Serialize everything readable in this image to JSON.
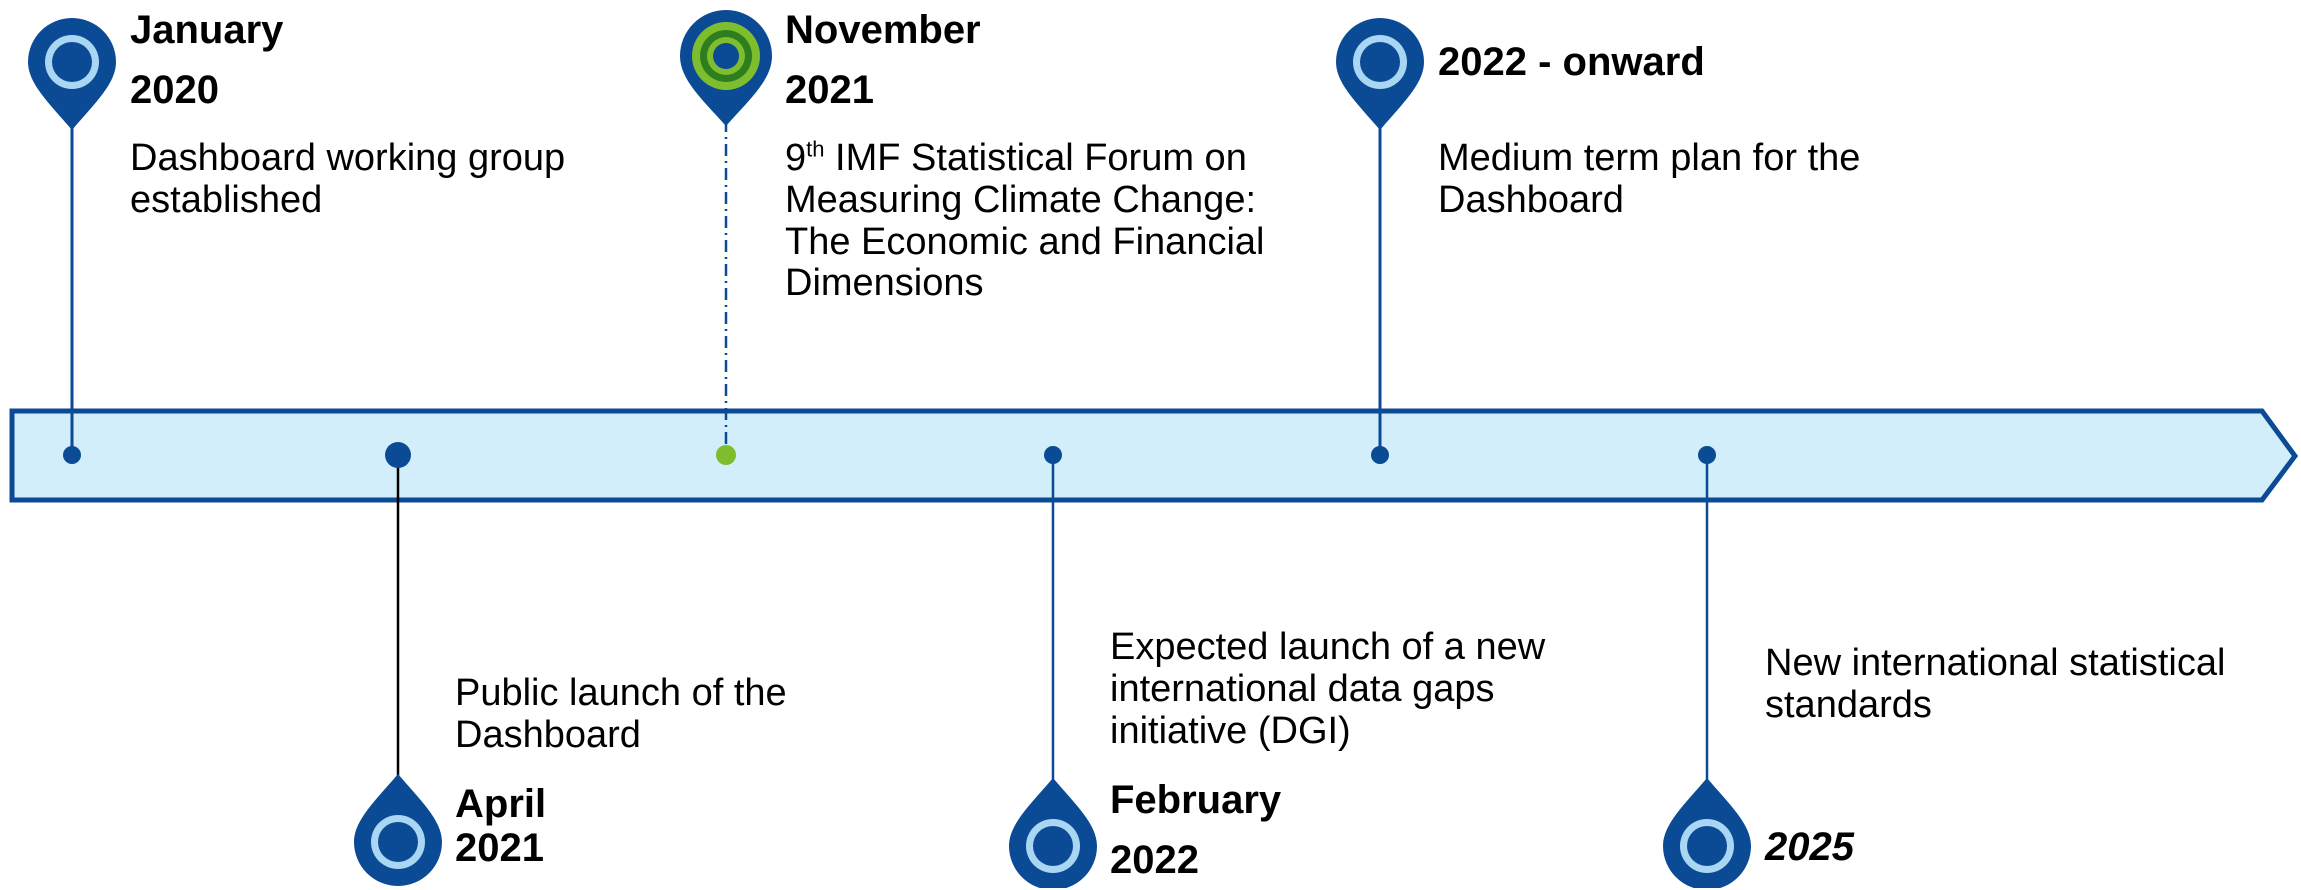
{
  "colors": {
    "dark_blue": "#0B4A94",
    "light_blue": "#D3EEFB",
    "ring_light": "#A9D6F2",
    "green": "#7DBD2E",
    "green_dark": "#2E7D1F",
    "text": "#000000"
  },
  "events": [
    {
      "id": "jan-2020",
      "date_lines": [
        "January",
        "2020"
      ],
      "description_lines": [
        "Dashboard working group",
        "established"
      ],
      "marker": "pin-blue"
    },
    {
      "id": "apr-2021",
      "date_lines": [
        "April",
        "2021"
      ],
      "description_lines": [
        "Public launch of the",
        "Dashboard"
      ],
      "marker": "pin-blue"
    },
    {
      "id": "nov-2021",
      "date_lines": [
        "November",
        "2021"
      ],
      "description_superscript_prefix": {
        "base": "9",
        "sup": "th"
      },
      "description_lines": [
        " IMF Statistical Forum on",
        "Measuring Climate Change:",
        "The Economic and Financial",
        "Dimensions"
      ],
      "marker": "pin-green"
    },
    {
      "id": "feb-2022",
      "date_lines": [
        "February",
        "2022"
      ],
      "description_lines": [
        "Expected launch of a new",
        "international data gaps",
        "initiative (DGI)"
      ],
      "marker": "pin-blue"
    },
    {
      "id": "2022-onward",
      "date_lines": [
        "2022 - onward"
      ],
      "description_lines": [
        "Medium term plan for the",
        "Dashboard"
      ],
      "marker": "pin-blue"
    },
    {
      "id": "2025",
      "date_lines": [
        "2025"
      ],
      "description_lines": [
        "New international statistical",
        "standards"
      ],
      "marker": "pin-blue"
    }
  ]
}
